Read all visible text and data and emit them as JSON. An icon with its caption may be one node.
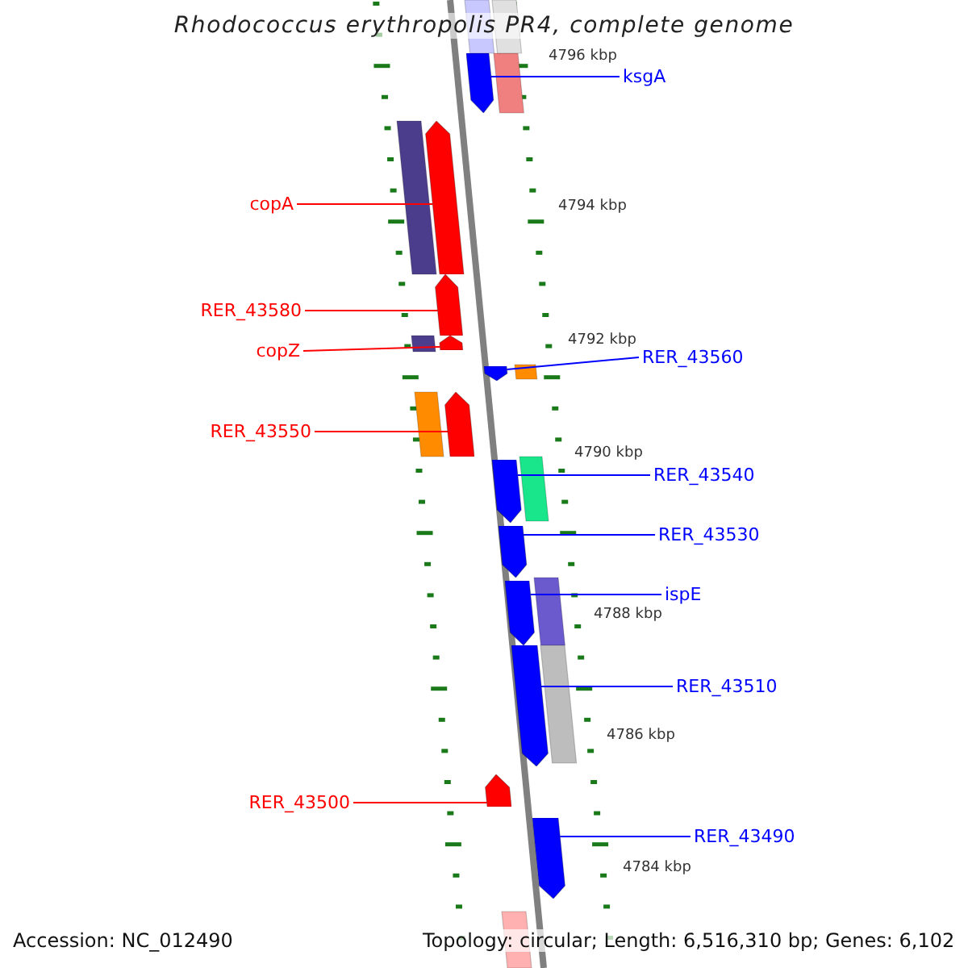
{
  "diagram": {
    "title": "Rhodococcus erythropolis PR4, complete genome",
    "nodes": [
      {
        "text": [
          "ksgA"
        ]
      },
      {
        "text": [],
        "shape": "arrow"
      },
      {
        "text": [
          "copA"
        ]
      },
      {
        "text": [],
        "shape": "arrow"
      },
      {
        "text": [
          "RER_43580"
        ]
      },
      {
        "text": [],
        "shape": "arrow"
      },
      {
        "text": [
          "copZ"
        ]
      },
      {
        "text": [],
        "shape": "arrow"
      },
      {
        "text": [
          "RER_43560"
        ]
      },
      {
        "text": [],
        "shape": "arrow"
      },
      {
        "text": [
          "RER_43550"
        ]
      },
      {
        "text": [],
        "shape": "arrow"
      },
      {
        "text": [
          "RER_43540"
        ]
      },
      {
        "text": [],
        "shape": "arrow"
      },
      {
        "text": [
          "RER_43530"
        ]
      },
      {
        "text": [],
        "shape": "arrow"
      },
      {
        "text": [
          "ispE"
        ]
      },
      {
        "text": [],
        "shape": "arrow"
      },
      {
        "text": [
          "RER_43510"
        ]
      },
      {
        "text": [],
        "shape": "arrow"
      },
      {
        "text": [
          "RER_43500"
        ]
      },
      {
        "text": [],
        "shape": "arrow"
      },
      {
        "text": [
          "RER_43490"
        ]
      },
      {
        "text": [],
        "shape": "arrow"
      }
    ],
    "edges": [
      {
        "from": 0,
        "to": 1,
        "arrow": "none"
      },
      {
        "from": 2,
        "to": 3,
        "arrow": "none",
        "color": "#ff0000"
      },
      {
        "from": 4,
        "to": 5,
        "arrow": "none",
        "color": "#ff0000"
      },
      {
        "from": 6,
        "to": 7,
        "arrow": "none",
        "color": "#ff0000"
      },
      {
        "from": 8,
        "to": 9,
        "arrow": "none"
      },
      {
        "from": 10,
        "to": 11,
        "arrow": "none",
        "color": "#ff0000"
      },
      {
        "from": 12,
        "to": 13,
        "arrow": "none"
      },
      {
        "from": 14,
        "to": 15,
        "arrow": "none"
      },
      {
        "from": 16,
        "to": 17,
        "arrow": "none"
      },
      {
        "from": 18,
        "to": 19,
        "arrow": "none"
      },
      {
        "from": 20,
        "to": 21,
        "arrow": "none",
        "color": "#ff0000"
      },
      {
        "from": 22,
        "to": 23,
        "arrow": "none"
      }
    ],
    "labels": [
      "4796 kbp",
      "4794 kbp",
      "4792 kbp",
      "4790 kbp",
      "4788 kbp",
      "4786 kbp",
      "4784 kbp",
      "Accession: NC_012490",
      "Topology: circular; Length: 6,516,310 bp; Genes: 6,102"
    ]
  }
}
